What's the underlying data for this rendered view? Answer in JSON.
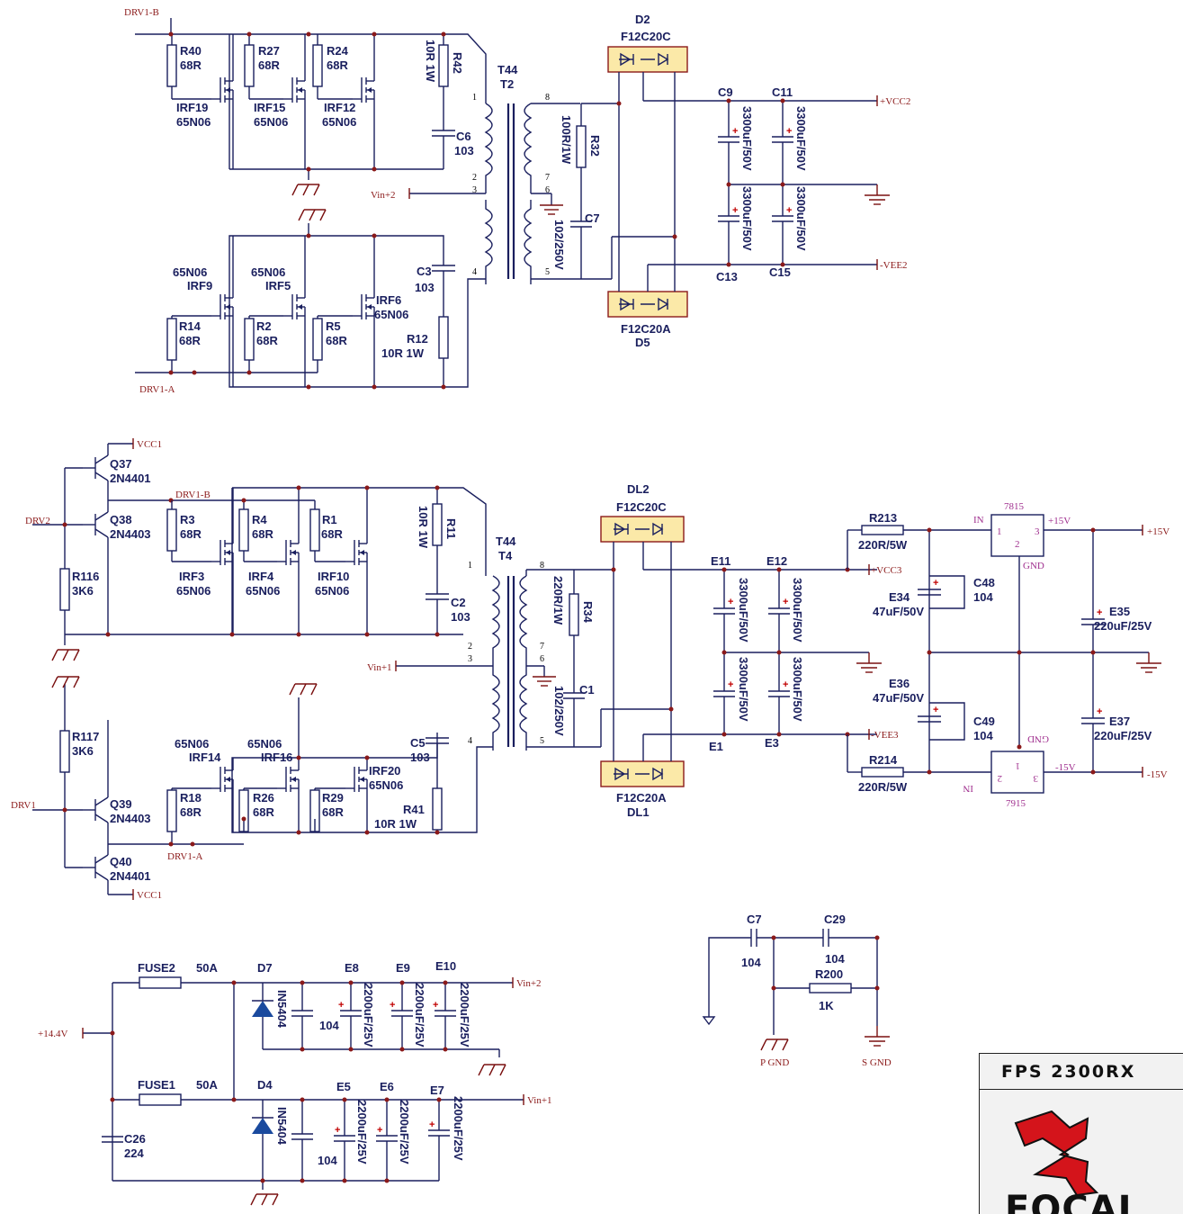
{
  "nets": {
    "drv1b_a": "DRV1-B",
    "drv1a_a": "DRV1-A",
    "vin2_a": "Vin+2",
    "vcc2": "+VCC2",
    "vee2": "-VEE2",
    "vcc1_top": "VCC1",
    "drv1b_b": "DRV1-B",
    "drv2": "DRV2",
    "vin1_b": "Vin+1",
    "drv1": "DRV1",
    "drv1a_b": "DRV1-A",
    "vcc1_bot": "VCC1",
    "vcc3": "+VCC3",
    "vee3": "-VEE3",
    "p15": "+15V",
    "m15": "-15V",
    "vin2_c": "Vin+2",
    "vin1_c": "Vin+1",
    "batt": "+14.4V",
    "pgnd": "P GND",
    "sgnd": "S GND"
  },
  "sec1": {
    "r40": "R40",
    "r40v": "68R",
    "r27": "R27",
    "r27v": "68R",
    "r24": "R24",
    "r24v": "68R",
    "r42": "R42",
    "r42v": "10R 1W",
    "irf19": "IRF19",
    "irf19v": "65N06",
    "irf15": "IRF15",
    "irf15v": "65N06",
    "irf12": "IRF12",
    "irf12v": "65N06",
    "c6": "C6",
    "c6v": "103",
    "t44": "T44",
    "t2": "T2",
    "d2": "D2",
    "d2v": "F12C20C",
    "d5": "D5",
    "d5v": "F12C20A",
    "r32": "R32",
    "r32v": "100R/1W",
    "c7": "C7",
    "c7v": "102/250V",
    "c9": "C9",
    "c11": "C11",
    "c13": "C13",
    "c15": "C15",
    "cap": "3300uF/50V",
    "irf9": "IRF9",
    "irf9v": "65N06",
    "irf5": "IRF5",
    "irf5v": "65N06",
    "irf6": "IRF6",
    "irf6v": "65N06",
    "c3": "C3",
    "c3v": "103",
    "r14": "R14",
    "r14v": "68R",
    "r2": "R2",
    "r2v": "68R",
    "r5": "R5",
    "r5v": "68R",
    "r12": "R12",
    "r12v": "10R 1W"
  },
  "sec2": {
    "q37": "Q37",
    "q37v": "2N4401",
    "q38": "Q38",
    "q38v": "2N4403",
    "r116": "R116",
    "r116v": "3K6",
    "r117": "R117",
    "r117v": "3K6",
    "q39": "Q39",
    "q39v": "2N4403",
    "q40": "Q40",
    "q40v": "2N4401",
    "r3": "R3",
    "r3v": "68R",
    "r4": "R4",
    "r4v": "68R",
    "r1": "R1",
    "r1v": "68R",
    "r11": "R11",
    "r11v": "10R 1W",
    "irf3": "IRF3",
    "irf3v": "65N06",
    "irf4": "IRF4",
    "irf4v": "65N06",
    "irf10": "IRF10",
    "irf10v": "65N06",
    "c2": "C2",
    "c2v": "103",
    "t44": "T44",
    "t4": "T4",
    "irf14": "IRF14",
    "irf14v": "65N06",
    "irf16": "IRF16",
    "irf16v": "65N06",
    "irf20": "IRF20",
    "irf20v": "65N06",
    "c5": "C5",
    "c5v": "103",
    "r18": "R18",
    "r18v": "68R",
    "r26": "R26",
    "r26v": "68R",
    "r29": "R29",
    "r29v": "68R",
    "r41": "R41",
    "r41v": "10R 1W",
    "dl2": "DL2",
    "dl2v": "F12C20C",
    "dl1": "DL1",
    "dl1v": "F12C20A",
    "r34": "R34",
    "r34v": "220R/1W",
    "c1": "C1",
    "c1v": "102/250V",
    "e11": "E11",
    "e12": "E12",
    "e1": "E1",
    "e3": "E3",
    "cap": "3300uF/50V",
    "r213": "R213",
    "r213v": "220R/5W",
    "r214": "R214",
    "r214v": "220R/5W",
    "e34": "E34",
    "e34v": "47uF/50V",
    "c48": "C48",
    "c48v": "104",
    "e36": "E36",
    "e36v": "47uF/50V",
    "c49": "C49",
    "c49v": "104",
    "u7815": "7815",
    "u7915": "7915",
    "in": "IN",
    "gnd": "GND",
    "p1": "1",
    "p2": "2",
    "p3": "3",
    "e35": "E35",
    "e35v": "220uF/25V",
    "e37": "E37",
    "e37v": "220uF/25V"
  },
  "sec3": {
    "fuse2": "FUSE2",
    "fuse2v": "50A",
    "fuse1": "FUSE1",
    "fuse1v": "50A",
    "d7": "D7",
    "d4": "D4",
    "in5404": "IN5404",
    "e8": "E8",
    "e9": "E9",
    "e10": "E10",
    "e5": "E5",
    "e6": "E6",
    "e7": "E7",
    "ecap": "2200uF/25V",
    "c104": "104",
    "c26": "C26",
    "c26v": "224"
  },
  "sec4": {
    "c7": "C7",
    "c7v": "104",
    "c29": "C29",
    "c29v": "104",
    "r200": "R200",
    "r200v": "1K"
  },
  "title_block": {
    "model": "FPS 2300RX",
    "brand": "FOCAL"
  }
}
